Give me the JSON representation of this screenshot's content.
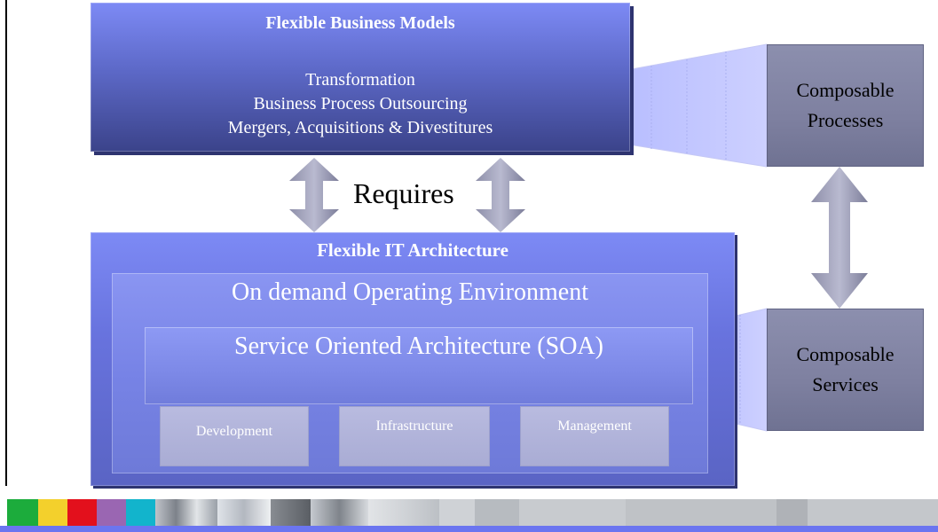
{
  "business_models": {
    "title": "Flexible Business Models",
    "items": [
      "Transformation",
      "Business Process Outsourcing",
      "Mergers, Acquisitions & Divestitures"
    ]
  },
  "connector_label": "Requires",
  "it_architecture": {
    "title": "Flexible IT Architecture",
    "environment": "On demand Operating Environment",
    "soa": "Service Oriented Architecture (SOA)",
    "components": [
      "Development",
      "Infrastructure",
      "Management"
    ]
  },
  "composable_processes": {
    "line1": "Composable",
    "line2": "Processes"
  },
  "composable_services": {
    "line1": "Composable",
    "line2": "Services"
  },
  "colors": {
    "primary_blue": "#5d69c8",
    "composable_gray": "#7e80a0",
    "footer_bar": "#6b75f0",
    "strip": [
      "#1cac3c",
      "#f3d02c",
      "#e3101c",
      "#9a66b2",
      "#12b4cc"
    ]
  }
}
